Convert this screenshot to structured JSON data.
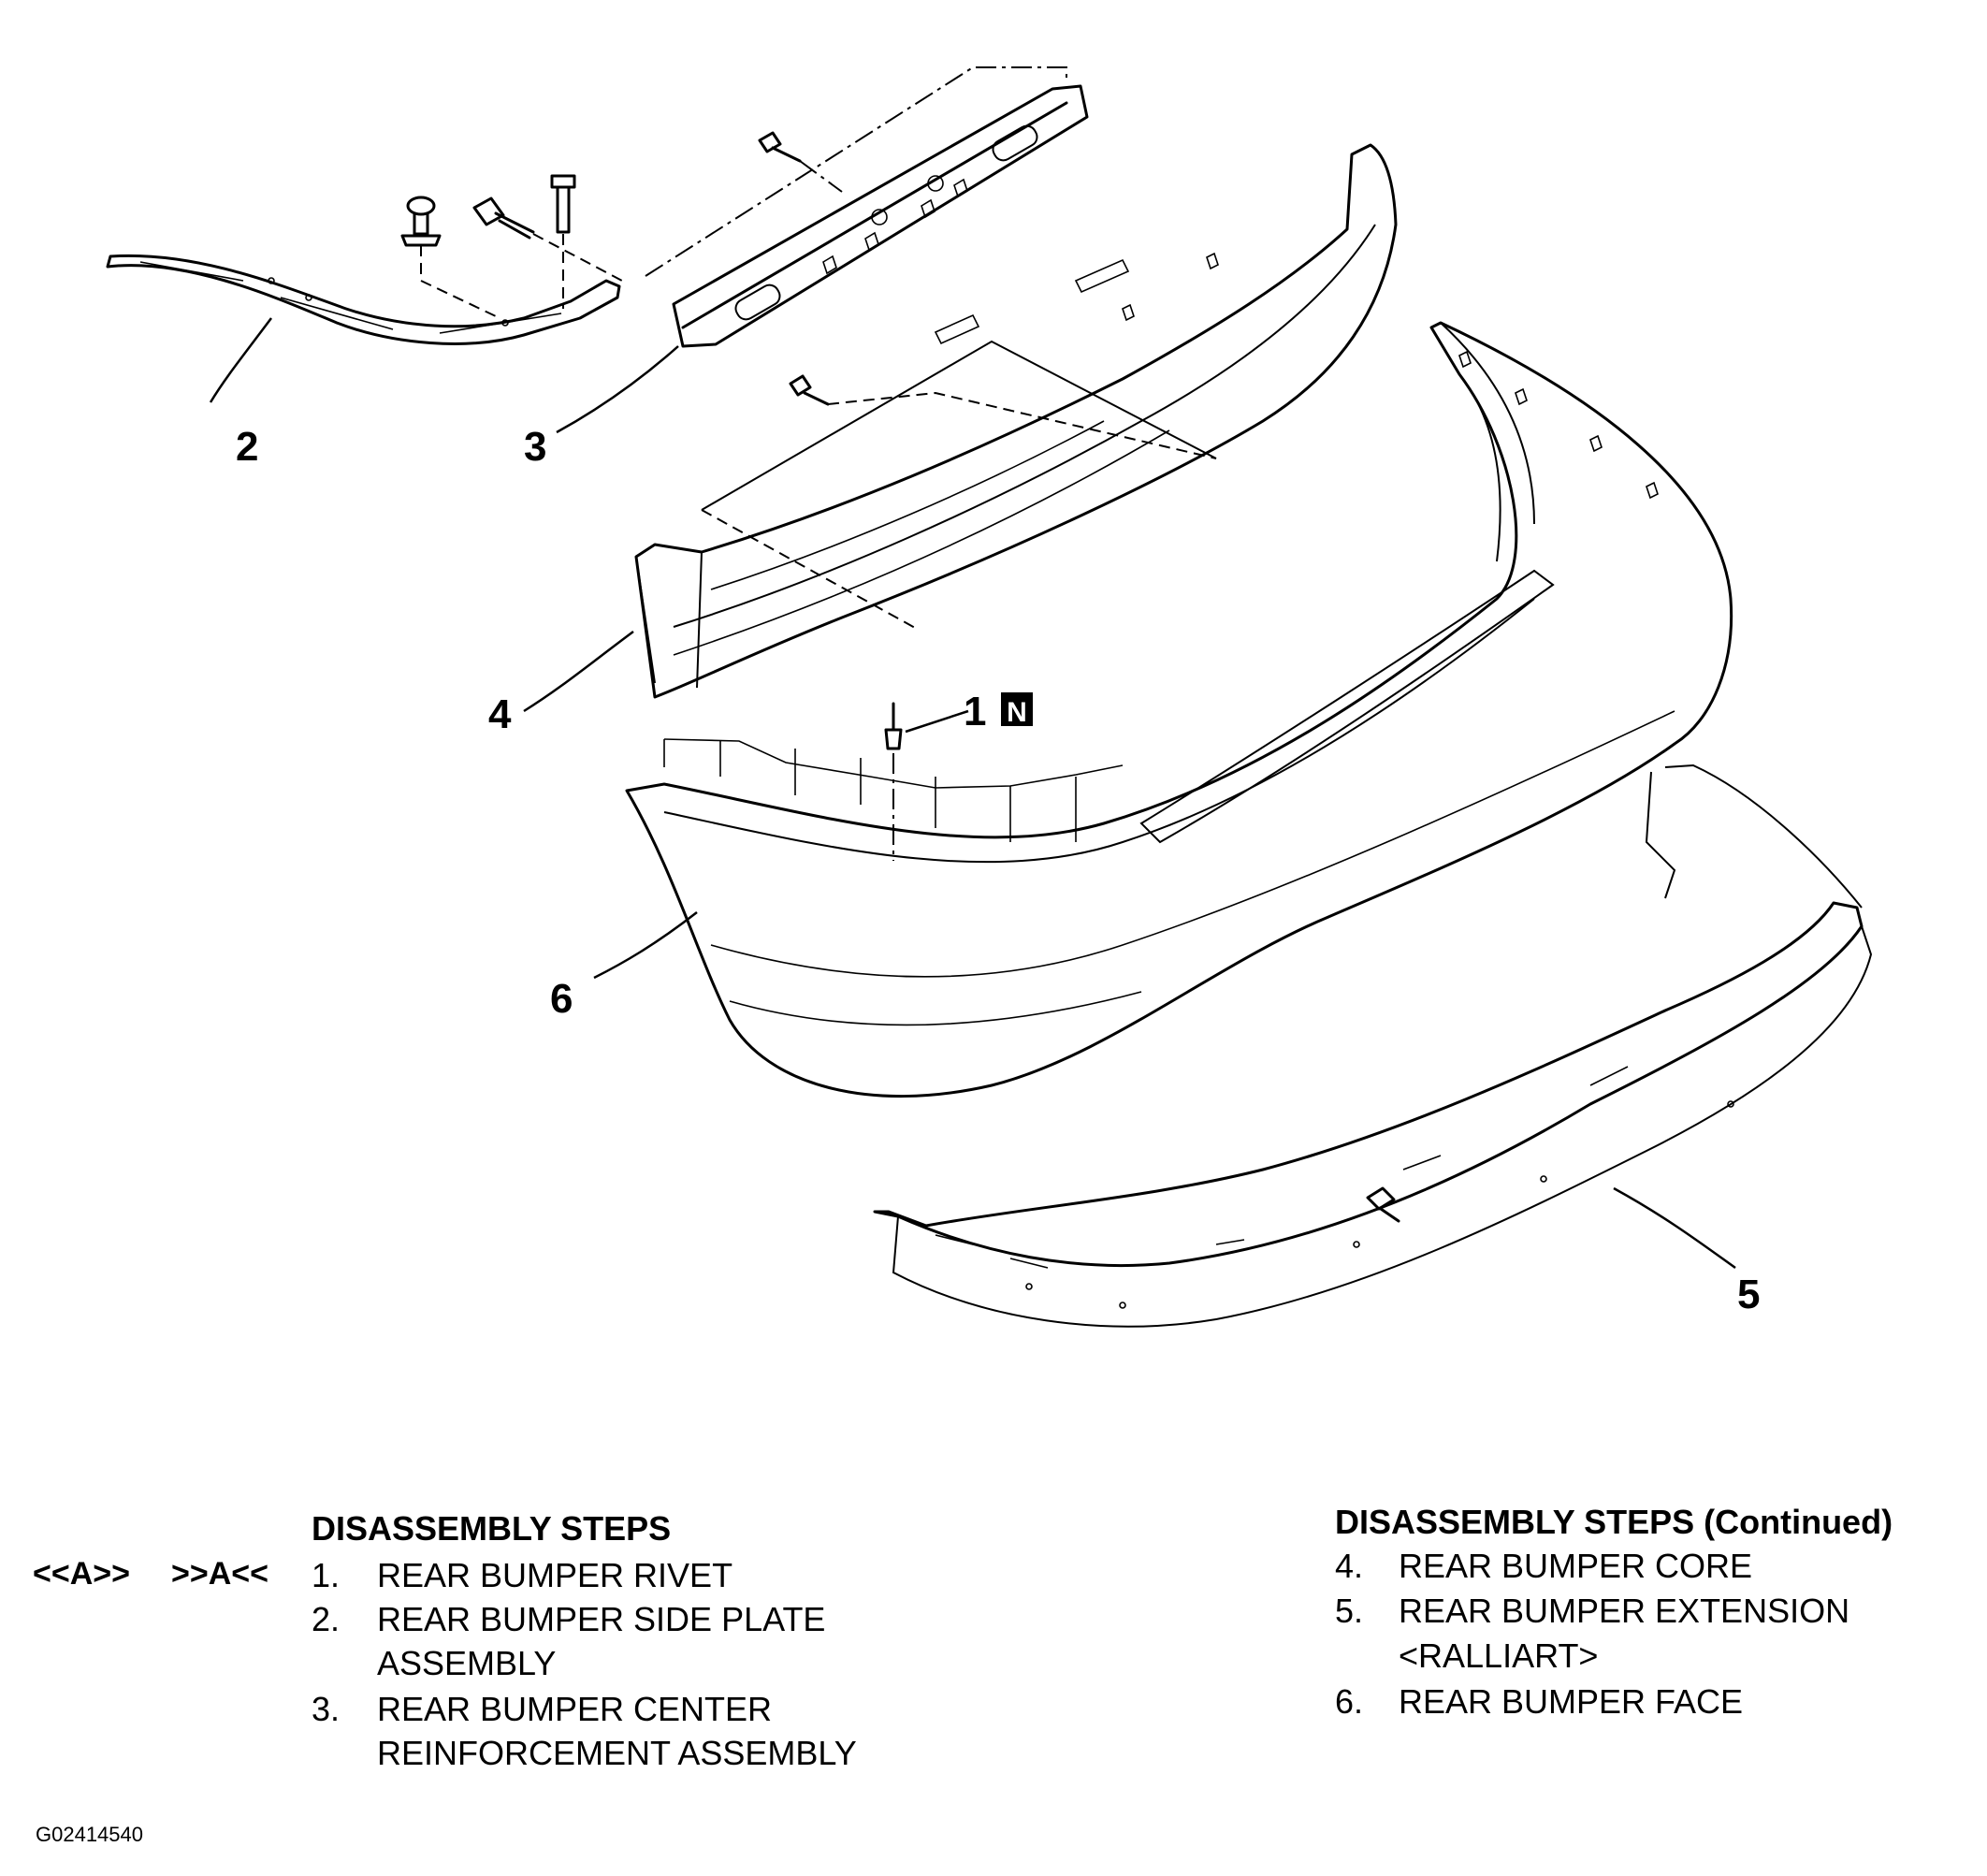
{
  "callouts": {
    "c1": "1",
    "c1_badge": "N",
    "c2": "2",
    "c3": "3",
    "c4": "4",
    "c5": "5",
    "c6": "6"
  },
  "left_column": {
    "heading": "DISASSEMBLY STEPS",
    "marks_removal": "<<A>>",
    "marks_install": ">>A<<",
    "steps": [
      {
        "num": "1.",
        "line1": "REAR BUMPER RIVET",
        "line2": ""
      },
      {
        "num": "2.",
        "line1": "REAR BUMPER SIDE PLATE",
        "line2": "ASSEMBLY"
      },
      {
        "num": "3.",
        "line1": "REAR BUMPER CENTER",
        "line2": "REINFORCEMENT ASSEMBLY"
      }
    ]
  },
  "right_column": {
    "heading": "DISASSEMBLY STEPS (Continued)",
    "steps": [
      {
        "num": "4.",
        "line1": "REAR BUMPER CORE",
        "line2": ""
      },
      {
        "num": "5.",
        "line1": "REAR BUMPER EXTENSION",
        "line2": "<RALLIART>"
      },
      {
        "num": "6.",
        "line1": "REAR BUMPER FACE",
        "line2": ""
      }
    ]
  },
  "figure_id": "G02414540"
}
